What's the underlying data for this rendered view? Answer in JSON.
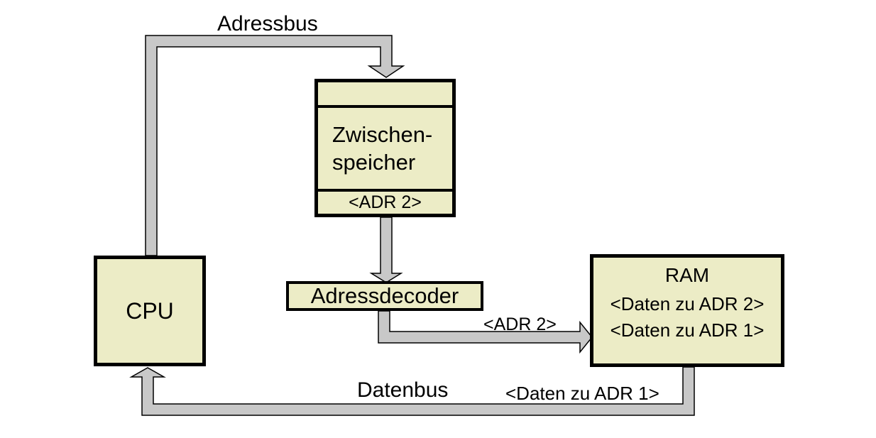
{
  "colors": {
    "background": "#ffffff",
    "box_fill": "#ececc6",
    "box_border": "#000000",
    "bus_fill": "#c8c8c8",
    "bus_outline": "#000000",
    "text": "#000000"
  },
  "buses": {
    "adressbus": {
      "label": "Adressbus"
    },
    "datenbus": {
      "label": "Datenbus",
      "annotation": "<Daten zu ADR 1>"
    },
    "decoder_to_ram": {
      "annotation": "<ADR 2>"
    }
  },
  "nodes": {
    "cpu": {
      "title": "CPU"
    },
    "zwischenspeicher": {
      "title_line1": "Zwischen-",
      "title_line2": "speicher",
      "register": "<ADR 2>"
    },
    "adressdecoder": {
      "title": "Adressdecoder"
    },
    "ram": {
      "title": "RAM",
      "entries": [
        "<Daten zu ADR 2>",
        "<Daten zu ADR 1>"
      ]
    }
  }
}
